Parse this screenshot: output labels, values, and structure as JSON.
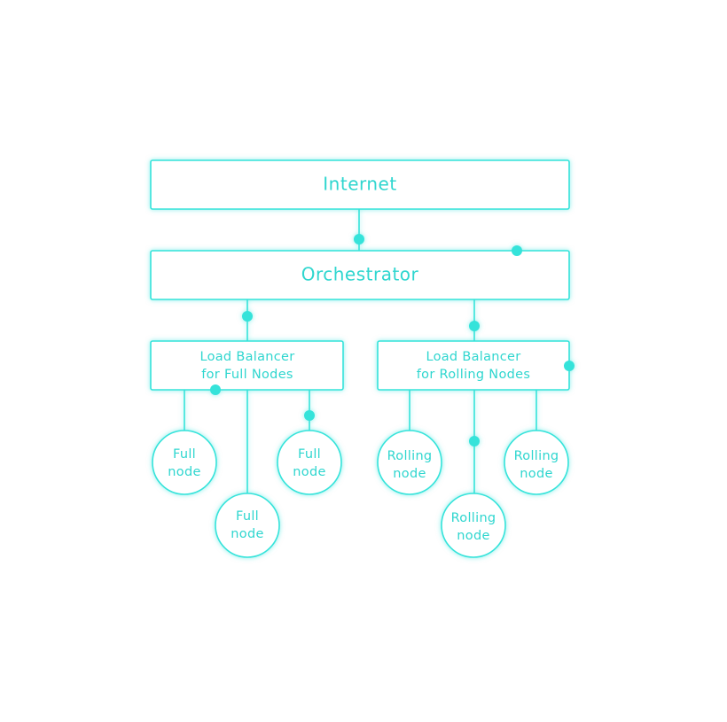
{
  "colors": {
    "accent": "#35e3da",
    "text": "#2fd6cf",
    "background": "#ffffff"
  },
  "diagram": {
    "internet": {
      "label": "Internet"
    },
    "orchestrator": {
      "label": "Orchestrator"
    },
    "lb_full": {
      "line1": "Load Balancer",
      "line2": "for Full Nodes"
    },
    "lb_rolling": {
      "line1": "Load Balancer",
      "line2": "for Rolling Nodes"
    },
    "full_nodes": [
      {
        "line1": "Full",
        "line2": "node"
      },
      {
        "line1": "Full",
        "line2": "node"
      },
      {
        "line1": "Full",
        "line2": "node"
      }
    ],
    "rolling_nodes": [
      {
        "line1": "Rolling",
        "line2": "node"
      },
      {
        "line1": "Rolling",
        "line2": "node"
      },
      {
        "line1": "Rolling",
        "line2": "node"
      }
    ]
  }
}
